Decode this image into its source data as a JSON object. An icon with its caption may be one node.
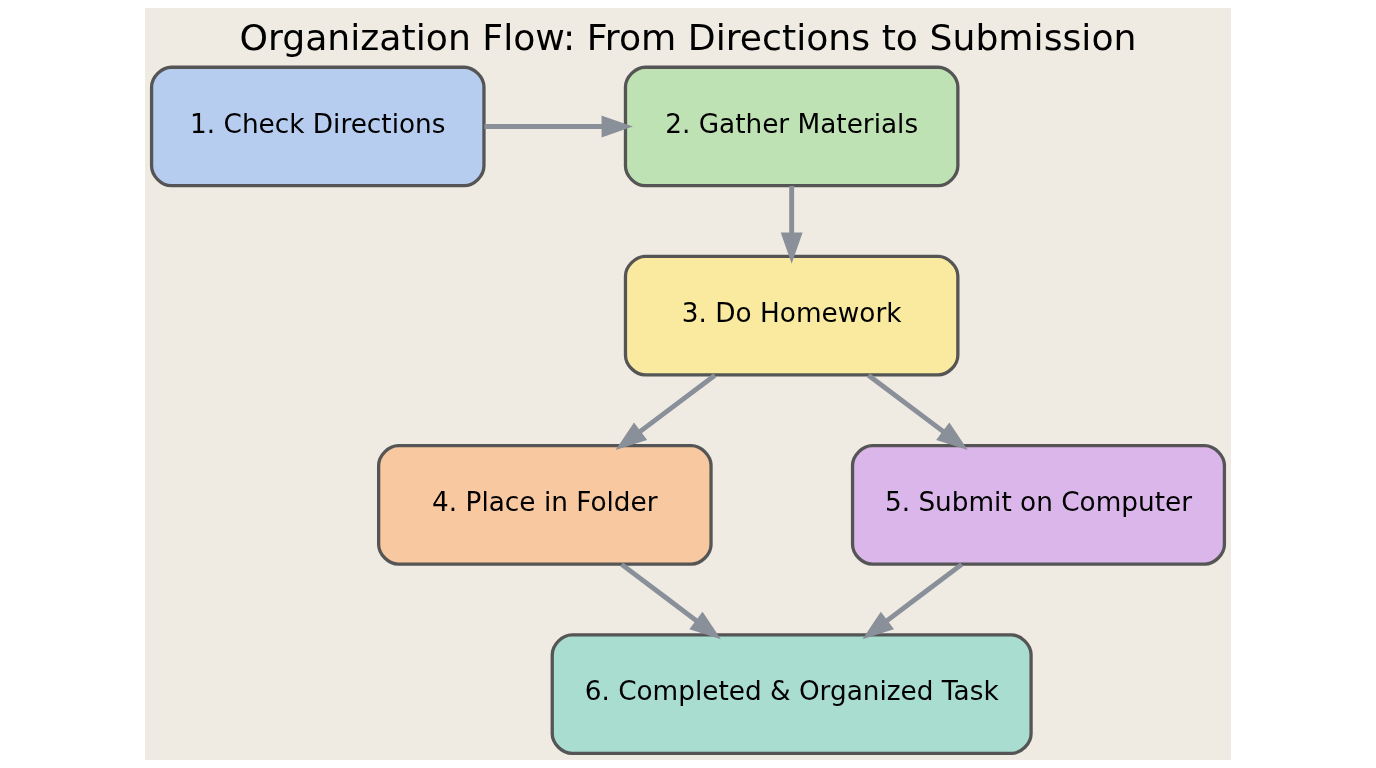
{
  "diagram": {
    "title": "Organization Flow: From Directions to Submission",
    "nodes": [
      {
        "text": [
          "1. Check Directions"
        ]
      },
      {
        "text": [
          "2. Gather Materials"
        ]
      },
      {
        "text": [
          "3. Do Homework"
        ]
      },
      {
        "text": [
          "4. Place in Folder"
        ]
      },
      {
        "text": [
          "5. Submit on Computer"
        ]
      },
      {
        "text": [
          "6. Completed & Organized Task"
        ]
      }
    ],
    "edges": [
      {
        "from": 0,
        "to": 1,
        "arrow": "to"
      },
      {
        "from": 1,
        "to": 2,
        "arrow": "to"
      },
      {
        "from": 2,
        "to": 3,
        "arrow": "to"
      },
      {
        "from": 2,
        "to": 4,
        "arrow": "to"
      },
      {
        "from": 3,
        "to": 5,
        "arrow": "to"
      },
      {
        "from": 4,
        "to": 5,
        "arrow": "to"
      }
    ]
  }
}
